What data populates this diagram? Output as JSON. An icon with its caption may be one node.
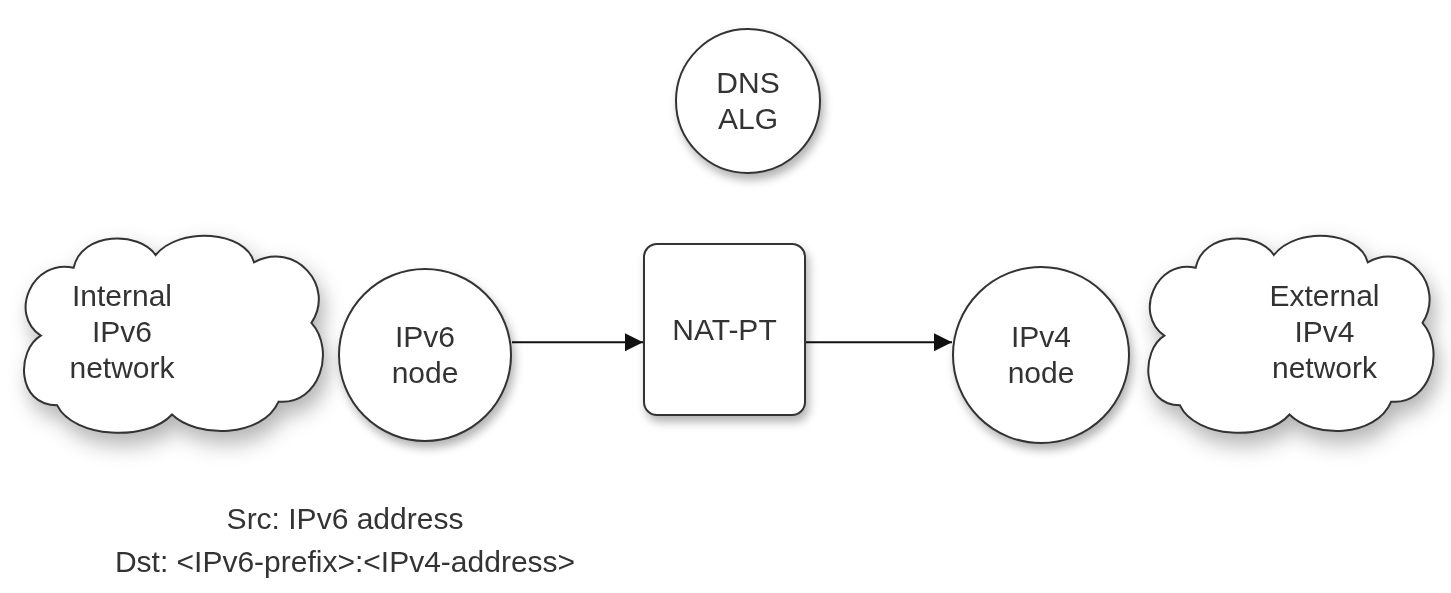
{
  "diagram": {
    "nodes": [
      {
        "text": [
          "DNS ALG"
        ]
      },
      {
        "text": [
          "Internal IPv6 network"
        ]
      },
      {
        "text": [
          "IPv6 node"
        ]
      },
      {
        "text": [
          "NAT-PT"
        ]
      },
      {
        "text": [
          "IPv4 node"
        ]
      },
      {
        "text": [
          "External IPv4 network"
        ]
      }
    ],
    "edges": [
      {
        "from": 2,
        "to": 3,
        "arrow": "to"
      },
      {
        "from": 3,
        "to": 4,
        "arrow": "to"
      }
    ],
    "labels": [
      "Src: IPv6 address",
      "Dst: <IPv6-prefix>:<IPv4-address>"
    ]
  }
}
